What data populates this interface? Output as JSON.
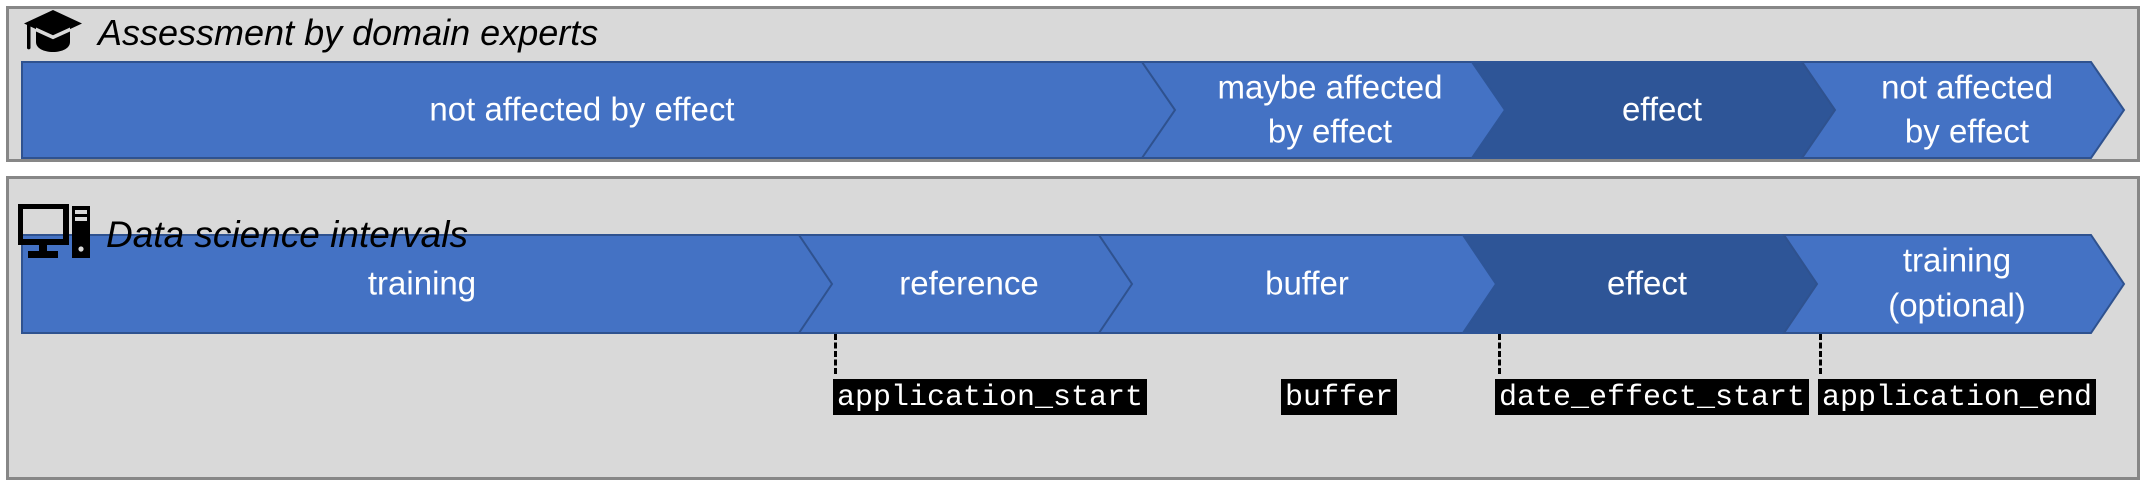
{
  "colors": {
    "panel_background": "#d9d9d9",
    "panel_border": "#878787",
    "arrow_light": "#4472c4",
    "arrow_dark": "#2e5597",
    "arrow_outline": "#2f528f",
    "arrow_text": "#ffffff",
    "chip_background": "#000000",
    "chip_text": "#ffffff",
    "page_background": "#ffffff"
  },
  "experts_panel": {
    "icon": "graduation-cap-icon",
    "caption": "Assessment by domain experts",
    "segments": [
      {
        "label": "not affected by effect",
        "lines": [
          "not affected by effect"
        ],
        "tone": "light"
      },
      {
        "label": "maybe affected by effect",
        "lines": [
          "maybe affected",
          "by effect"
        ],
        "tone": "light"
      },
      {
        "label": "effect",
        "lines": [
          "effect"
        ],
        "tone": "dark"
      },
      {
        "label": "not affected by effect",
        "lines": [
          "not affected",
          "by effect"
        ],
        "tone": "light"
      }
    ]
  },
  "intervals_panel": {
    "icon": "desktop-computer-icon",
    "caption": "Data science intervals",
    "segments": [
      {
        "label": "training",
        "lines": [
          "training"
        ],
        "tone": "light"
      },
      {
        "label": "reference",
        "lines": [
          "reference"
        ],
        "tone": "light"
      },
      {
        "label": "buffer",
        "lines": [
          "buffer"
        ],
        "tone": "light"
      },
      {
        "label": "effect",
        "lines": [
          "effect"
        ],
        "tone": "dark"
      },
      {
        "label": "training (optional)",
        "lines": [
          "training",
          "(optional)"
        ],
        "tone": "light"
      }
    ],
    "markers": [
      {
        "name": "application-start",
        "code": "application_start",
        "has_leader": true
      },
      {
        "name": "buffer",
        "code": "buffer",
        "has_leader": false
      },
      {
        "name": "date-effect-start",
        "code": "date_effect_start",
        "has_leader": true
      },
      {
        "name": "application-end",
        "code": "application_end",
        "has_leader": true
      }
    ]
  }
}
